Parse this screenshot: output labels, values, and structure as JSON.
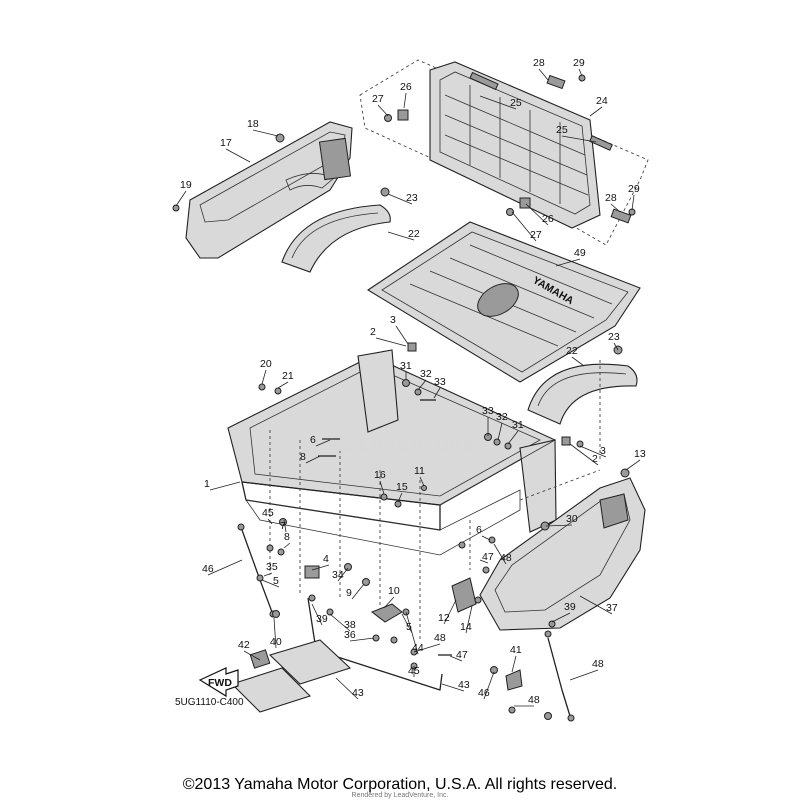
{
  "diagram": {
    "diagram_code": "5UG1110-C400",
    "fwd_label": "FWD",
    "brand_mark": "YAMAHA",
    "watermark": "LEADVENTURE",
    "copyright": "©2013 Yamaha Motor Corporation, U.S.A. All rights reserved.",
    "rendered_by": "Rendered by LeadVenture, Inc.",
    "callouts": [
      "28",
      "29",
      "27",
      "26",
      "25",
      "24",
      "25",
      "18",
      "17",
      "19",
      "23",
      "22",
      "28",
      "29",
      "26",
      "27",
      "49",
      "3",
      "2",
      "23",
      "22",
      "20",
      "21",
      "31",
      "32",
      "33",
      "33",
      "32",
      "31",
      "3",
      "2",
      "6",
      "8",
      "13",
      "1",
      "16",
      "11",
      "15",
      "45",
      "30",
      "7",
      "8",
      "6",
      "47",
      "48",
      "46",
      "35",
      "5",
      "4",
      "34",
      "9",
      "10",
      "12",
      "14",
      "37",
      "39",
      "39",
      "38",
      "36",
      "5",
      "48",
      "44",
      "40",
      "42",
      "45",
      "47",
      "41",
      "48",
      "43",
      "46",
      "43",
      "48"
    ]
  }
}
